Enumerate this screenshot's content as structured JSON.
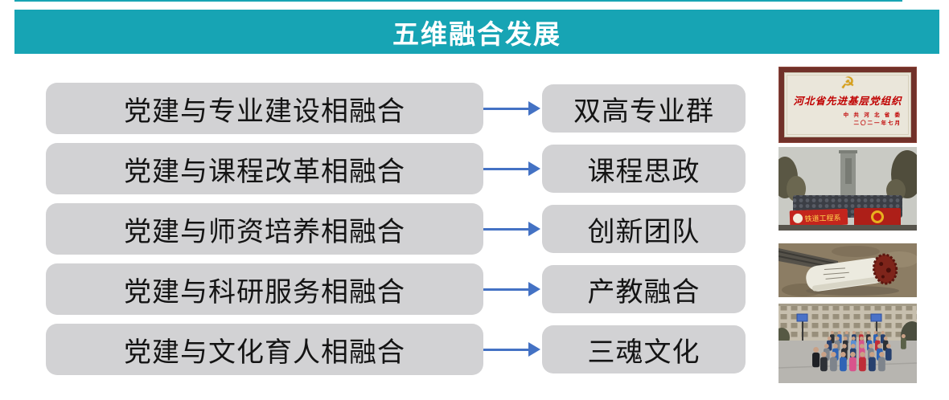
{
  "header": {
    "title": "五维融合发展"
  },
  "flow_rows": [
    {
      "source": "党建与专业建设相融合",
      "target": "双高专业群"
    },
    {
      "source": "党建与课程改革相融合",
      "target": "课程思政"
    },
    {
      "source": "党建与师资培养相融合",
      "target": "创新团队"
    },
    {
      "source": "党建与科研服务相融合",
      "target": "产教融合"
    },
    {
      "source": "党建与文化育人相融合",
      "target": "三魂文化"
    }
  ],
  "photos": {
    "plaque": {
      "emblem_icon": "☭",
      "title": "河北省先进基层党组织",
      "issuer": "中 共 河 北 省 委",
      "date": "二〇二一年七月"
    },
    "monument": {
      "banner": "铁道工程系"
    }
  },
  "colors": {
    "header_teal": "#17a4b4",
    "box_gray": "#d2d2d4",
    "arrow_blue": "#4472c4",
    "plaque_frame": "#713129",
    "plaque_text_red": "#c00000"
  }
}
